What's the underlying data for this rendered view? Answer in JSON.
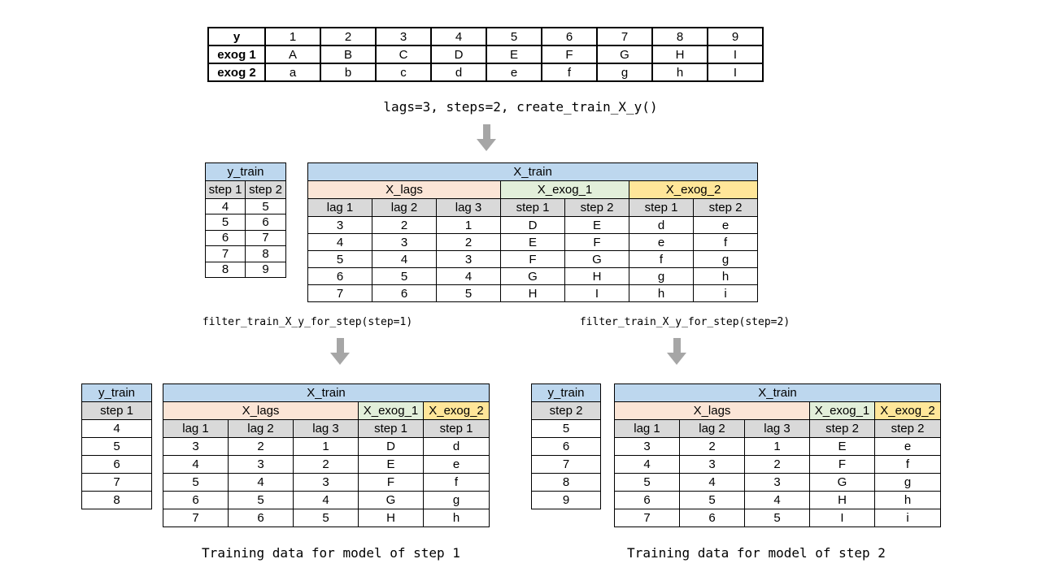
{
  "colors": {
    "table_title_bg": "#BDD7EE",
    "x_lags_bg": "#FBE5D6",
    "x_exog_1_bg": "#E2EFDA",
    "x_exog_2_bg": "#FFE699",
    "header_bg": "#D9D9D9",
    "arrow": "#A6A6A6",
    "border": "#000000"
  },
  "source_table": {
    "rows": [
      [
        "y",
        "1",
        "2",
        "3",
        "4",
        "5",
        "6",
        "7",
        "8",
        "9"
      ],
      [
        "exog 1",
        "A",
        "B",
        "C",
        "D",
        "E",
        "F",
        "G",
        "H",
        "I"
      ],
      [
        "exog 2",
        "a",
        "b",
        "c",
        "d",
        "e",
        "f",
        "g",
        "h",
        "I"
      ]
    ]
  },
  "create_label": "lags=3, steps=2, create_train_X_y()",
  "mid": {
    "y_train": {
      "title": "y_train",
      "headers": [
        "step 1",
        "step 2"
      ],
      "rows": [
        [
          "4",
          "5"
        ],
        [
          "5",
          "6"
        ],
        [
          "6",
          "7"
        ],
        [
          "7",
          "8"
        ],
        [
          "8",
          "9"
        ]
      ]
    },
    "x_train": {
      "title": "X_train",
      "groups": {
        "lags": "X_lags",
        "exog1": "X_exog_1",
        "exog2": "X_exog_2"
      },
      "headers": [
        "lag 1",
        "lag 2",
        "lag 3",
        "step 1",
        "step 2",
        "step 1",
        "step 2"
      ],
      "rows": [
        [
          "3",
          "2",
          "1",
          "D",
          "E",
          "d",
          "e"
        ],
        [
          "4",
          "3",
          "2",
          "E",
          "F",
          "e",
          "f"
        ],
        [
          "5",
          "4",
          "3",
          "F",
          "G",
          "f",
          "g"
        ],
        [
          "6",
          "5",
          "4",
          "G",
          "H",
          "g",
          "h"
        ],
        [
          "7",
          "6",
          "5",
          "H",
          "I",
          "h",
          "i"
        ]
      ]
    }
  },
  "filter_step1_label": "filter_train_X_y_for_step(step=1)",
  "filter_step2_label": "filter_train_X_y_for_step(step=2)",
  "step1": {
    "y_train": {
      "title": "y_train",
      "headers": [
        "step 1"
      ],
      "rows": [
        [
          "4"
        ],
        [
          "5"
        ],
        [
          "6"
        ],
        [
          "7"
        ],
        [
          "8"
        ]
      ]
    },
    "x_train": {
      "title": "X_train",
      "groups": {
        "lags": "X_lags",
        "exog1": "X_exog_1",
        "exog2": "X_exog_2"
      },
      "headers": [
        "lag 1",
        "lag 2",
        "lag 3",
        "step 1",
        "step 1"
      ],
      "rows": [
        [
          "3",
          "2",
          "1",
          "D",
          "d"
        ],
        [
          "4",
          "3",
          "2",
          "E",
          "e"
        ],
        [
          "5",
          "4",
          "3",
          "F",
          "f"
        ],
        [
          "6",
          "5",
          "4",
          "G",
          "g"
        ],
        [
          "7",
          "6",
          "5",
          "H",
          "h"
        ]
      ]
    },
    "caption": "Training data for model of step 1"
  },
  "step2": {
    "y_train": {
      "title": "y_train",
      "headers": [
        "step 2"
      ],
      "rows": [
        [
          "5"
        ],
        [
          "6"
        ],
        [
          "7"
        ],
        [
          "8"
        ],
        [
          "9"
        ]
      ]
    },
    "x_train": {
      "title": "X_train",
      "groups": {
        "lags": "X_lags",
        "exog1": "X_exog_1",
        "exog2": "X_exog_2"
      },
      "headers": [
        "lag 1",
        "lag 2",
        "lag 3",
        "step 2",
        "step 2"
      ],
      "rows": [
        [
          "3",
          "2",
          "1",
          "E",
          "e"
        ],
        [
          "4",
          "3",
          "2",
          "F",
          "f"
        ],
        [
          "5",
          "4",
          "3",
          "G",
          "g"
        ],
        [
          "6",
          "5",
          "4",
          "H",
          "h"
        ],
        [
          "7",
          "6",
          "5",
          "I",
          "i"
        ]
      ]
    },
    "caption": "Training data for model of step 2"
  }
}
